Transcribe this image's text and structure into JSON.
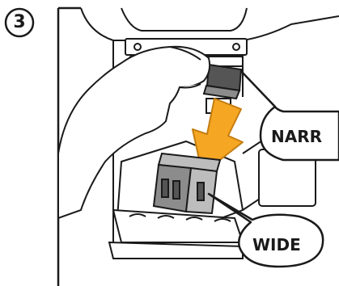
{
  "step": {
    "number": "3"
  },
  "callouts": {
    "narrow": "NARR",
    "wide": "WIDE"
  },
  "colors": {
    "line": "#1a1a1a",
    "dark_gray": "#555555",
    "mid_gray": "#8c8c8c",
    "light_gray": "#bdbdbd",
    "arrow_fill": "#f5a623",
    "arrow_stroke": "#c47d10"
  }
}
